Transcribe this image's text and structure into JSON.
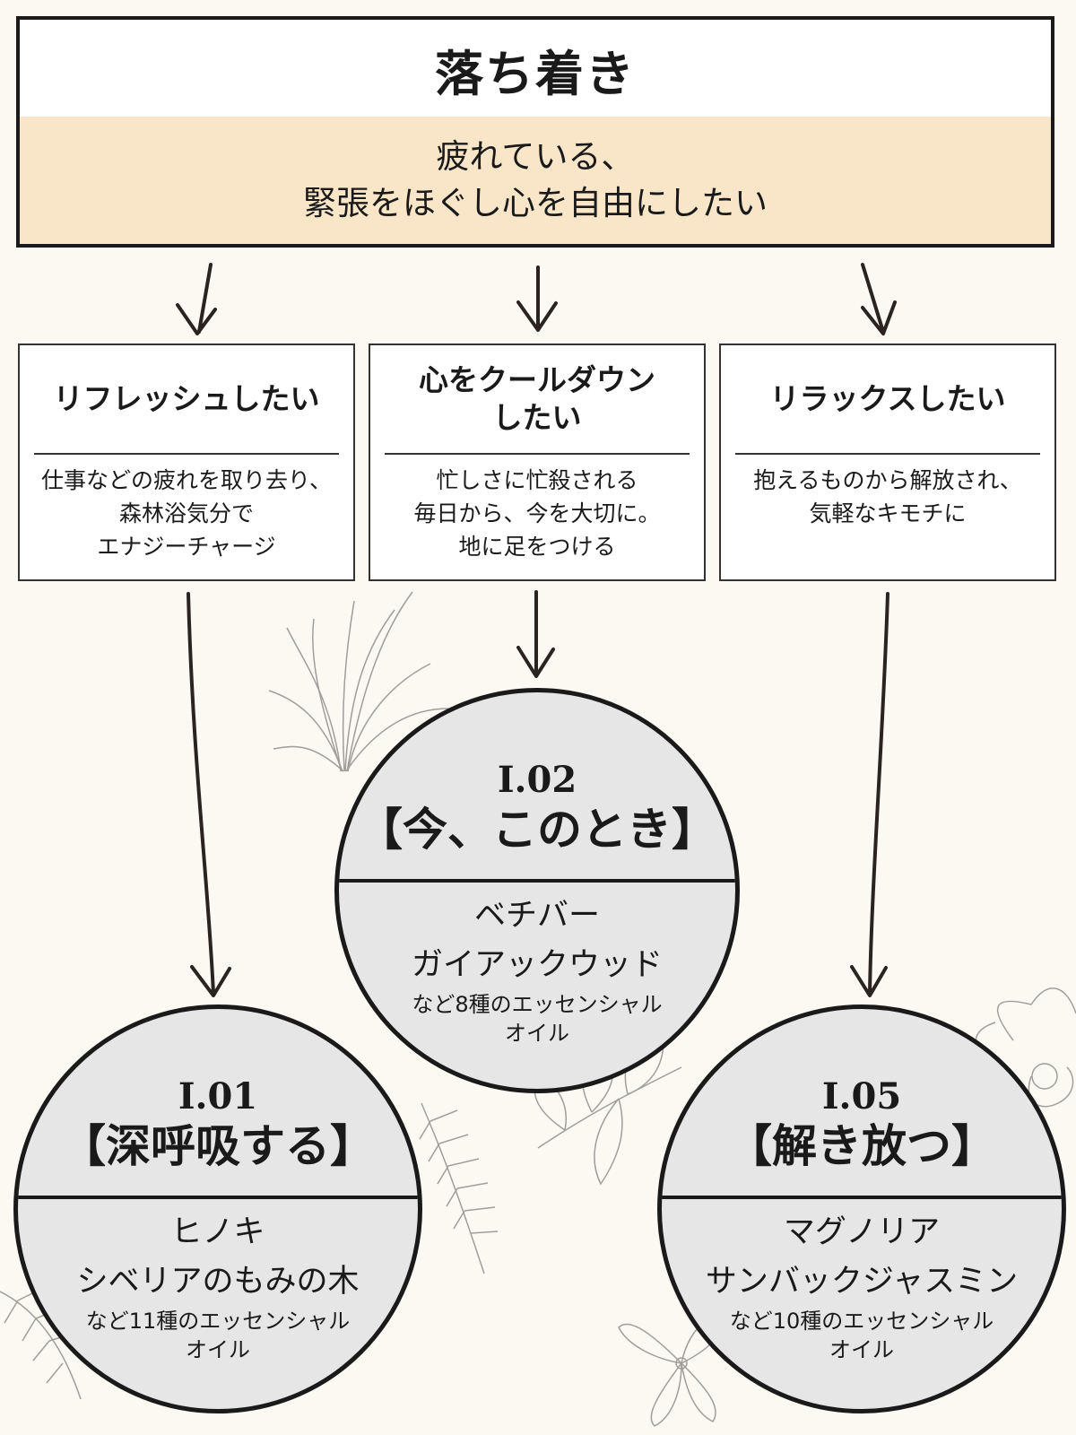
{
  "header": {
    "title": "落ち着き",
    "subtitle_lines": [
      "疲れている、",
      "緊張をほぐし心を自由にしたい"
    ]
  },
  "cards": [
    {
      "title_lines": [
        "リフレッシュしたい",
        ""
      ],
      "body_lines": [
        "仕事などの疲れを取り去り、",
        "森林浴気分で",
        "エナジーチャージ"
      ]
    },
    {
      "title_lines": [
        "心をクールダウン",
        "したい"
      ],
      "body_lines": [
        "忙しさに忙殺される",
        "毎日から、今を大切に。",
        "地に足をつける"
      ]
    },
    {
      "title_lines": [
        "リラックスしたい",
        ""
      ],
      "body_lines": [
        "抱えるものから解放され、",
        "気軽なキモチに",
        ""
      ]
    }
  ],
  "circles": [
    {
      "code": "I.01",
      "name": "【深呼吸する】",
      "oils": [
        "ヒノキ",
        "シベリアのもみの木"
      ],
      "note_lines": [
        "など11種のエッセンシャル",
        "オイル"
      ]
    },
    {
      "code": "I.02",
      "name": "【今、このとき】",
      "oils": [
        "ベチバー",
        "ガイアックウッド"
      ],
      "note_lines": [
        "など8種のエッセンシャル",
        "オイル"
      ]
    },
    {
      "code": "I.05",
      "name": "【解き放つ】",
      "oils": [
        "マグノリア",
        "サンバックジャスミン"
      ],
      "note_lines": [
        "など10種のエッセンシャル",
        "オイル"
      ]
    }
  ],
  "colors": {
    "background": "#fcf8f2",
    "header_band": "#f9e5c8",
    "circle_fill": "#e6e6e6",
    "ink": "#1a1a1a"
  }
}
